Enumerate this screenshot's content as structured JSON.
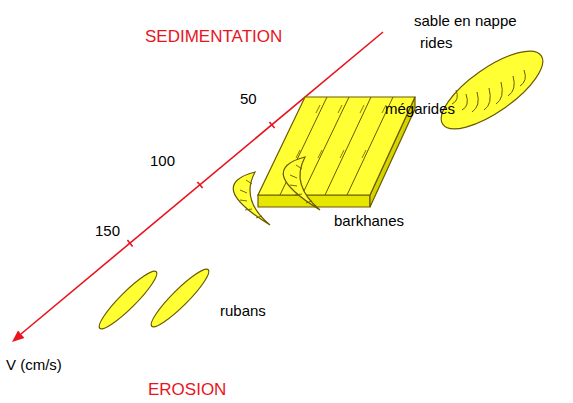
{
  "diagram": {
    "labels": [
      "SEDIMENTATION",
      "sable en nappe",
      "rides",
      "mégarides",
      "50",
      "barkhanes",
      "100",
      "150",
      "rubans",
      "V (cm/s)",
      "EROSION"
    ]
  }
}
